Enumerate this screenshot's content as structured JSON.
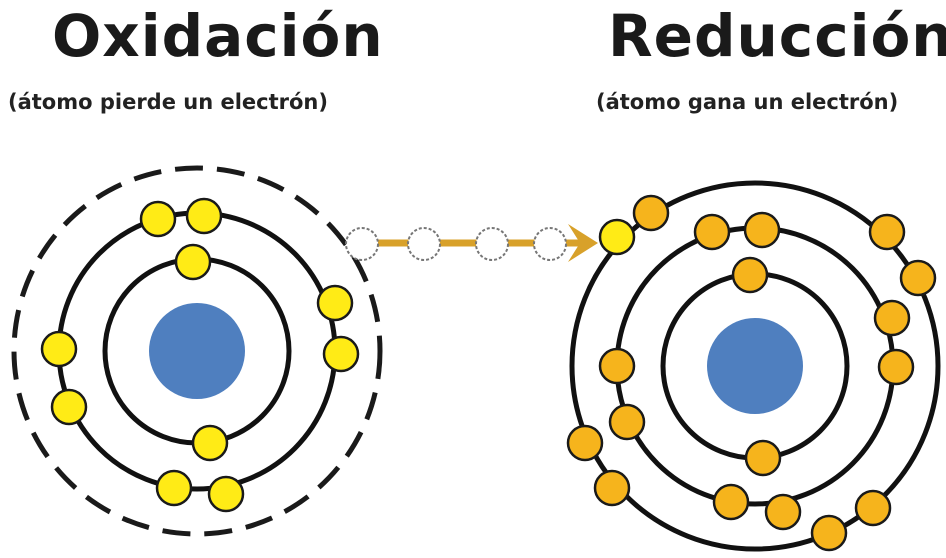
{
  "oxidation": {
    "title": "Oxidación",
    "subtitle": "(átomo pierde un electrón)"
  },
  "reduction": {
    "title": "Reducción",
    "subtitle": "(átomo gana un electrón)"
  },
  "colors": {
    "nucleus": "#4f7fbf",
    "electron_oxidation": "#ffeb16",
    "electron_reduction": "#f6b41c",
    "orbit": "#111111",
    "arrow": "#d8a12a",
    "transfer_electron": "#ffffff"
  }
}
